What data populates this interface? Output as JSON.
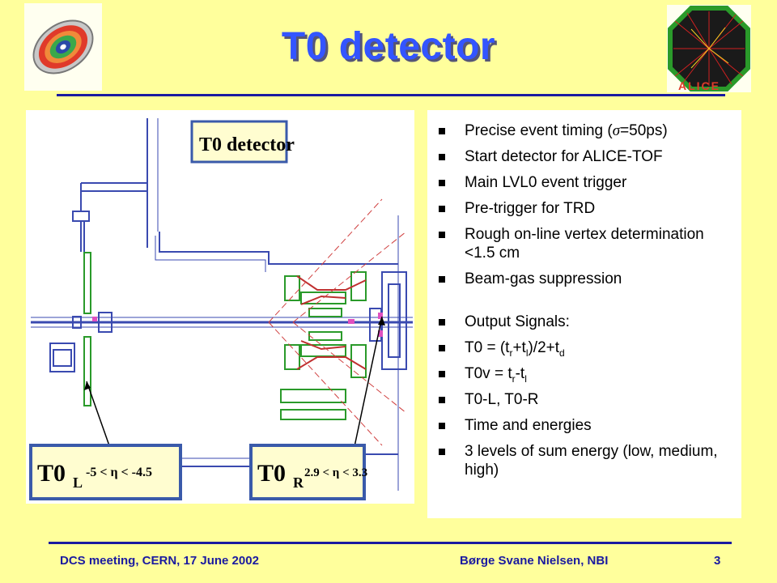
{
  "slide": {
    "title": "T0 detector",
    "logo_right_text": "ALICE",
    "diagram": {
      "header_label": "T0 detector",
      "left_label": {
        "main": "T0",
        "sub": "L",
        "range": "-5 < η < -4.5"
      },
      "right_label": {
        "main": "T0",
        "sub": "R",
        "range": "2.9 < η < 3.3"
      }
    },
    "bullets": [
      {
        "prefix": "Precise event timing (",
        "sigma": "σ",
        "suffix": "=50ps)"
      },
      {
        "text": "Start detector for ALICE-TOF"
      },
      {
        "text": "Main LVL0 event trigger"
      },
      {
        "text": "Pre-trigger for TRD"
      },
      {
        "text": "Rough on-line vertex determination <1.5 cm"
      },
      {
        "text": "Beam-gas suppression"
      },
      {
        "text": "Output Signals:"
      },
      {
        "p1": "T0 = (t",
        "s1": "r",
        "p2": "+t",
        "s2": "l",
        "p3": ")/2+t",
        "s3": "d"
      },
      {
        "p1": "T0v = t",
        "s1": "r",
        "p2": "-t",
        "s2": "l"
      },
      {
        "text": "T0-L, T0-R"
      },
      {
        "text": "Time and energies"
      },
      {
        "text": "3 levels of sum energy (low, medium, high)"
      }
    ],
    "footer": {
      "left": "DCS meeting, CERN, 17 June 2002",
      "middle": "Børge Svane Nielsen, NBI",
      "page": "3"
    },
    "colors": {
      "background": "#ffff9c",
      "title": "#3355ff",
      "accent": "#1a1aa0"
    }
  }
}
